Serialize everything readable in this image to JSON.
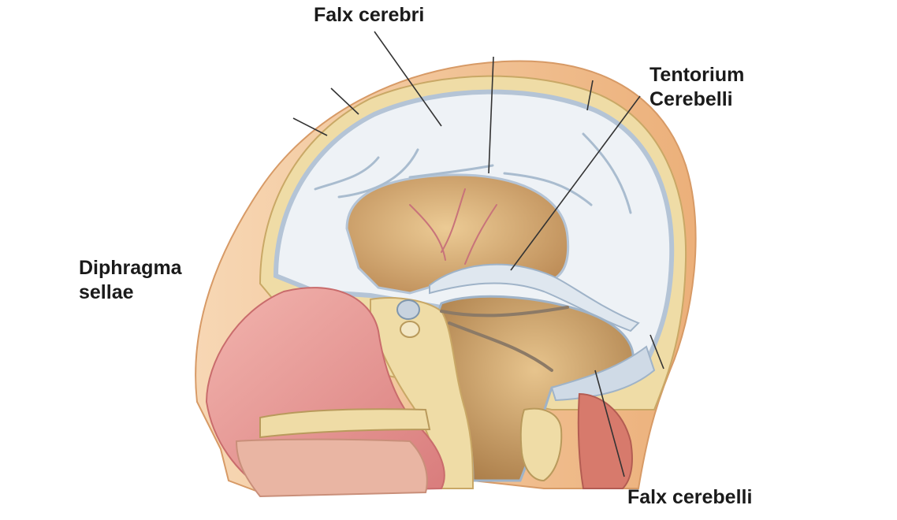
{
  "diagram": {
    "labels": {
      "falx_cerebri": "Falx cerebri",
      "tentorium_line1": "Tentorium",
      "tentorium_line2": "Cerebelli",
      "diaphragma_line1": "Diphragma",
      "diaphragma_line2": "sellae",
      "falx_cerebelli": "Falx cerebelli"
    },
    "colors": {
      "skin": "#f3c493",
      "bone": "#efdca6",
      "dura": "#c9d6e3",
      "dura_fill": "#eef2f6",
      "brain_cavity": "#d9b27a",
      "nasal_mucosa": "#e79a9a",
      "leader_line": "#333333"
    }
  }
}
